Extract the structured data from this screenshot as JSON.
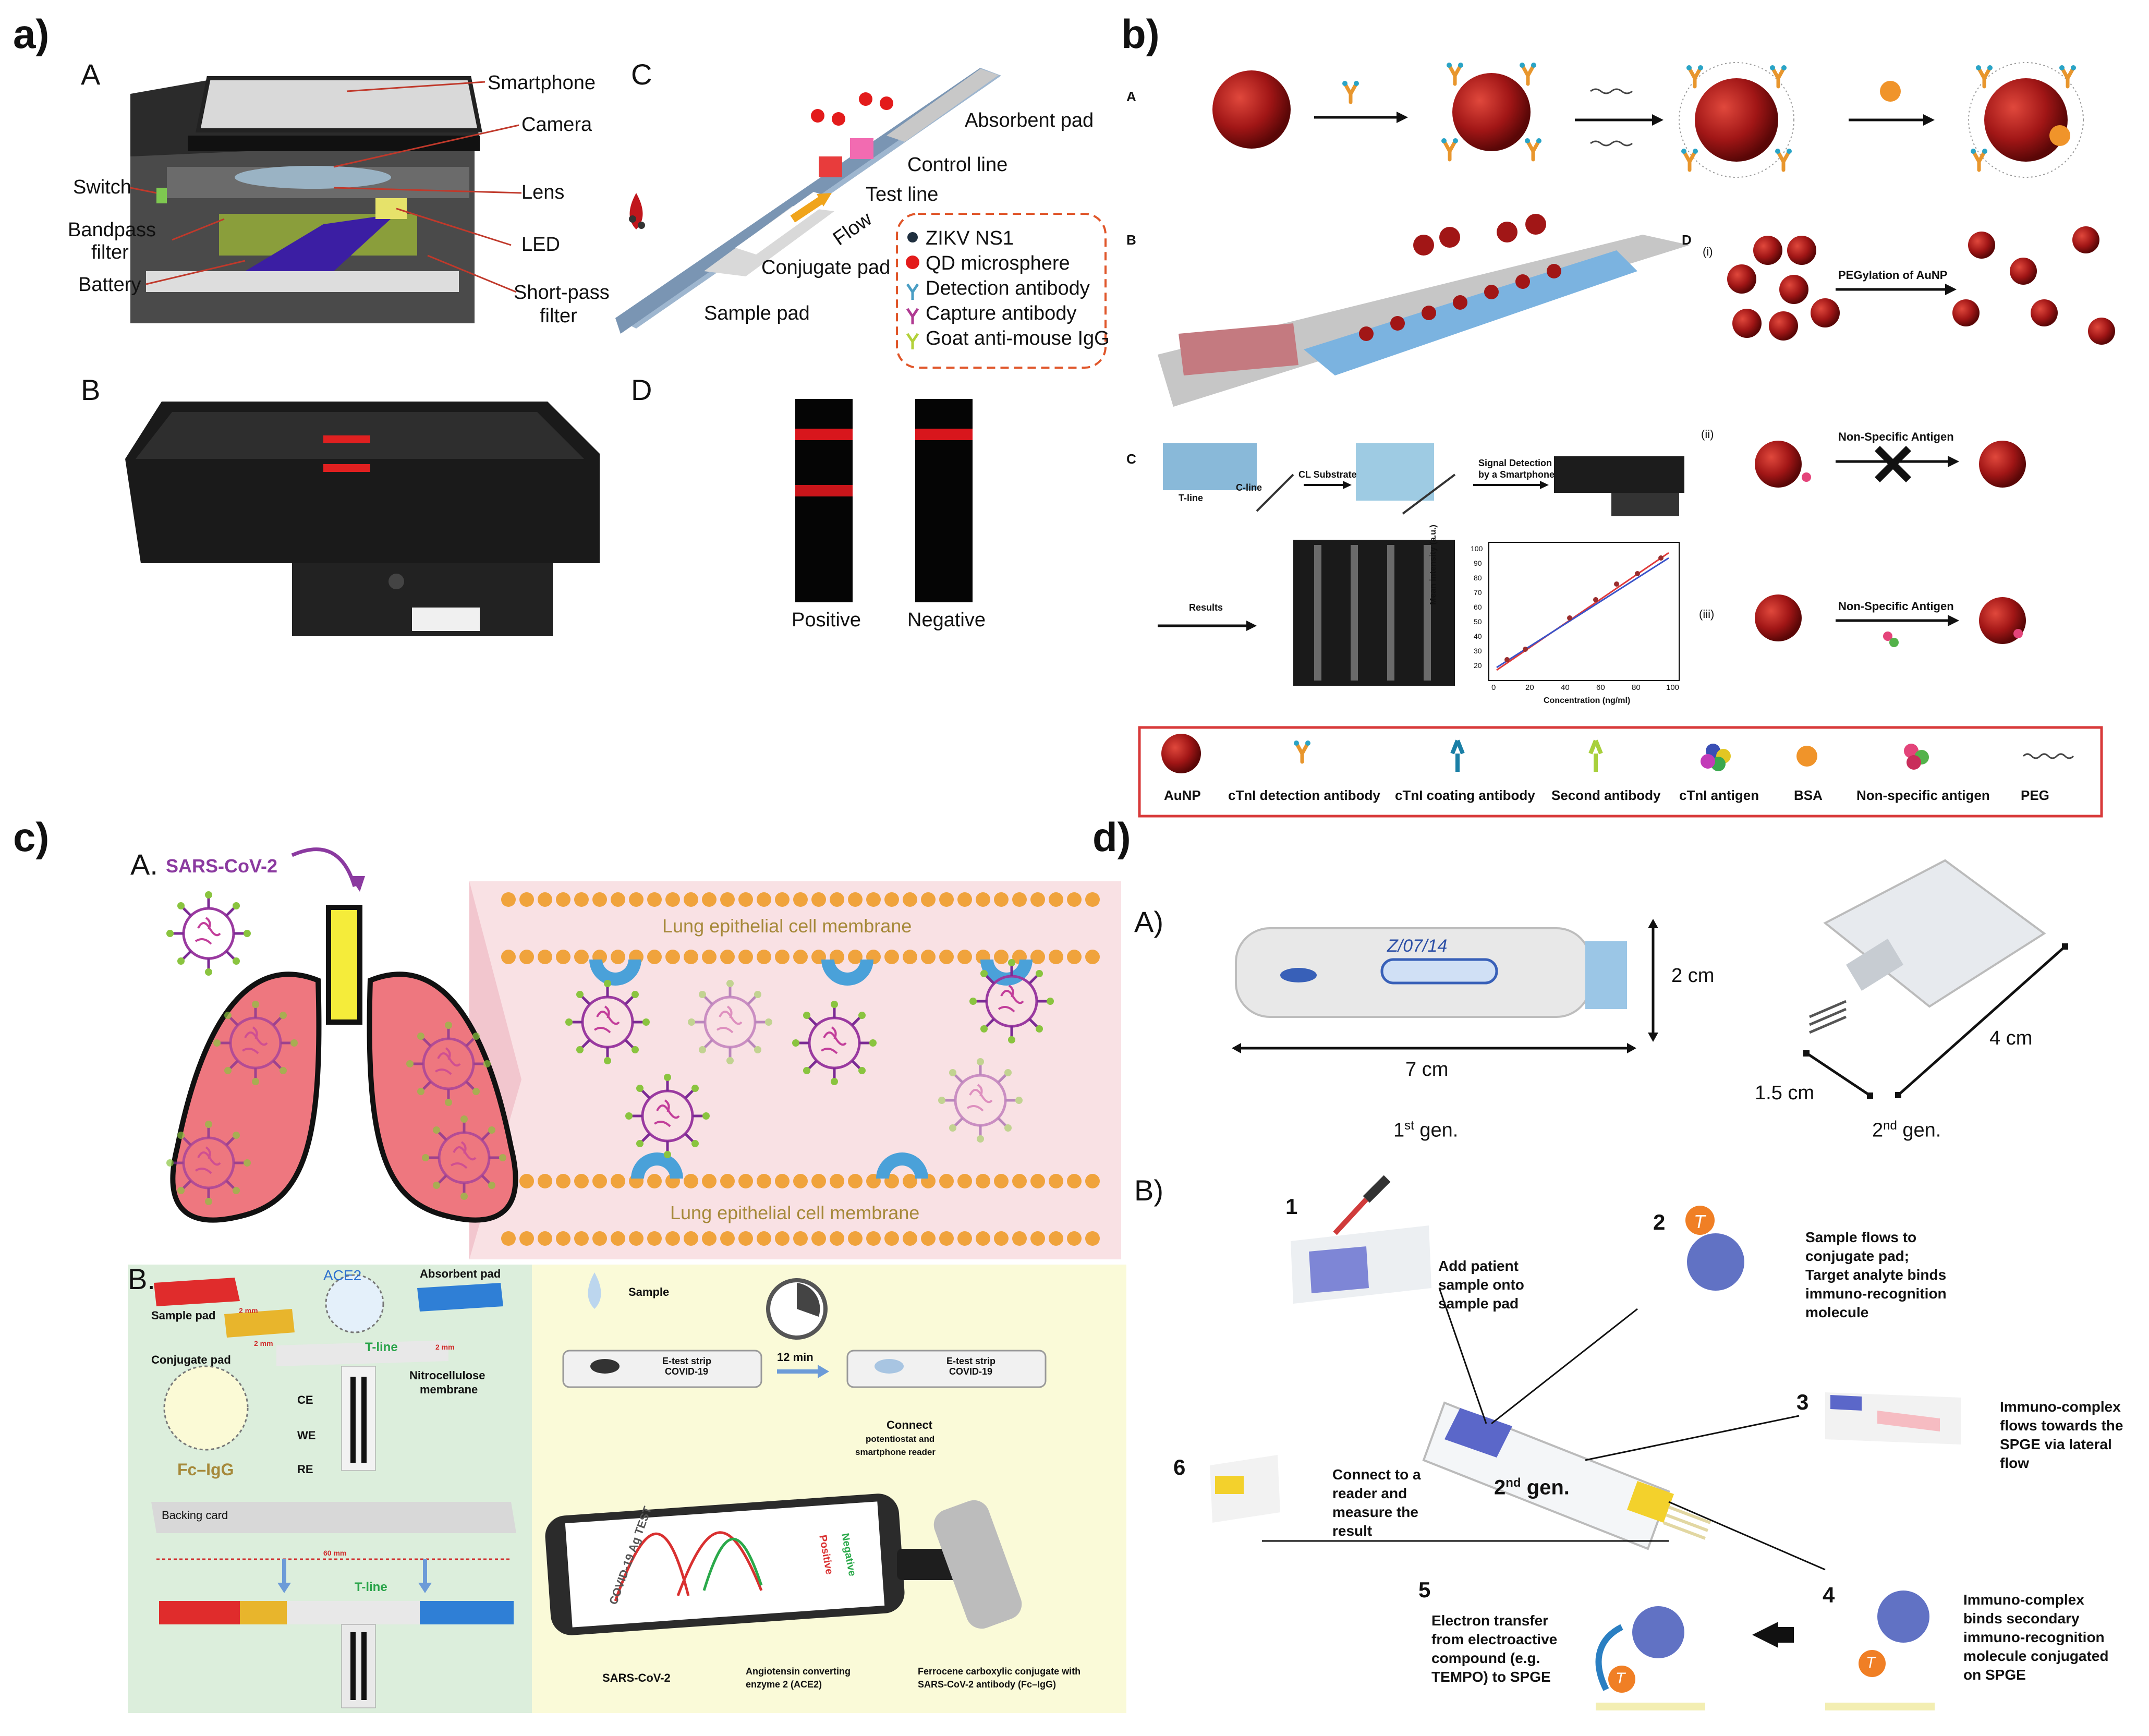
{
  "panels": {
    "a": {
      "tag": "a)",
      "subA": "A",
      "subB": "B",
      "subC": "C",
      "subD": "D",
      "deviceLabels": [
        "Smartphone",
        "Camera",
        "Switch",
        "Lens",
        "Bandpass",
        "filter",
        "LED",
        "Battery",
        "Short-pass",
        "filter"
      ],
      "stripLabels": [
        "Absorbent pad",
        "Control line",
        "Test line",
        "Flow",
        "Conjugate pad",
        "Sample pad"
      ],
      "legend": [
        "ZIKV NS1",
        "QD microsphere",
        "Detection antibody",
        "Capture antibody",
        "Goat anti-mouse IgG"
      ],
      "resultLabels": [
        "Positive",
        "Negative"
      ]
    },
    "b": {
      "tag": "b)",
      "subs": [
        "A",
        "B",
        "C",
        "D"
      ],
      "roman": [
        "(i)",
        "(ii)",
        "(iii)"
      ],
      "arrowLabels": [
        "PEGylation of AuNP",
        "Non-Specific Antigen",
        "Non-Specific  Antigen"
      ],
      "cLabels": [
        "T-line",
        "C-line",
        "CL Substrate",
        "Signal Detection",
        "by a Smartphone",
        "Results"
      ],
      "plot": {
        "ylabel": "Mean intensity (a.u.)",
        "xlabel": "Concentration (ng/ml)",
        "xticks": [
          "0",
          "20",
          "40",
          "60",
          "80",
          "100"
        ],
        "yticks": [
          "20",
          "30",
          "40",
          "50",
          "60",
          "70",
          "80",
          "90",
          "100"
        ]
      },
      "legend": [
        "AuNP",
        "cTnI detection antibody",
        "cTnI coating antibody",
        "Second antibody",
        "cTnI antigen",
        "BSA",
        "Non-specific antigen",
        "PEG"
      ]
    },
    "c": {
      "tag": "c)",
      "subA": "A.",
      "virus": "SARS-CoV-2",
      "membrane": "Lung epithelial cell membrane",
      "subB": "B.",
      "stripLabels": [
        "Sample pad",
        "Conjugate pad",
        "ACE2",
        "Absorbent pad",
        "T-line",
        "Nitrocellulose",
        "membrane",
        "CE",
        "WE",
        "RE",
        "Fc–IgG",
        "Backing card",
        "2 mm",
        "2 mm",
        "2 mm",
        "60 mm",
        "T-line"
      ],
      "sample": "Sample",
      "time": "12 min",
      "stripText": [
        "E-test strip",
        "COVID-19"
      ],
      "connect": [
        "Connect",
        "potentiostat and",
        "smartphone reader"
      ],
      "phone": [
        "COVID-19 Ag TEST",
        "Positive",
        "Negative"
      ],
      "legend": [
        "SARS-CoV-2",
        "Angiotensin converting",
        "enzyme 2 (ACE2)",
        "Ferrocene carboxylic conjugate with",
        "SARS-CoV-2 antibody (Fc–IgG)"
      ]
    },
    "d": {
      "tag": "d)",
      "subA": "A)",
      "dims": [
        "2 cm",
        "7 cm",
        "4 cm",
        "1.5 cm"
      ],
      "gen1": [
        "1",
        "st",
        " gen."
      ],
      "gen2": [
        "2",
        "nd",
        " gen."
      ],
      "subB": "B)",
      "steps": [
        {
          "n": "1",
          "lines": [
            "Add patient",
            "sample onto",
            "sample pad"
          ]
        },
        {
          "n": "2",
          "lines": [
            "Sample flows to",
            "conjugate pad;",
            "Target analyte binds",
            "immuno-recognition",
            "molecule"
          ]
        },
        {
          "n": "3",
          "lines": [
            "Immuno-complex",
            "flows towards the",
            "SPGE via lateral",
            "flow"
          ]
        },
        {
          "n": "4",
          "lines": [
            "Immuno-complex",
            "binds secondary",
            "immuno-recognition",
            "molecule conjugated",
            "on SPGE"
          ]
        },
        {
          "n": "5",
          "lines": [
            "Electron transfer",
            "from electroactive",
            "compound (e.g.",
            "TEMPO) to SPGE"
          ]
        },
        {
          "n": "6",
          "lines": [
            "Connect to a",
            "reader and",
            "measure the",
            "result"
          ]
        }
      ],
      "center": [
        "2",
        "nd",
        " gen."
      ],
      "strip1": "Z/07/14",
      "tempo": "T"
    }
  }
}
